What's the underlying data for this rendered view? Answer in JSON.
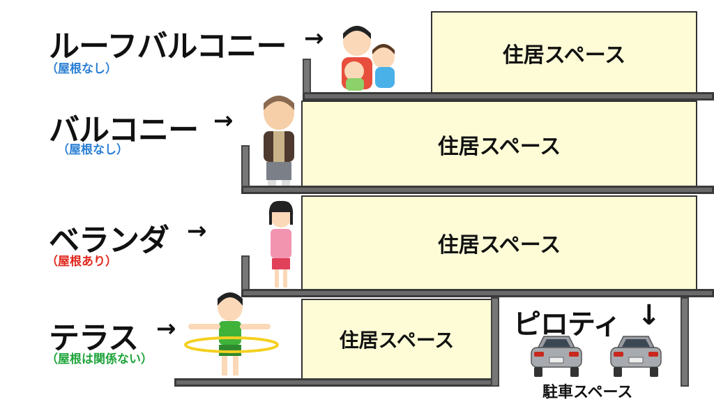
{
  "levels": [
    {
      "term": "ルーフバルコニー",
      "roof_note": "（屋根なし）",
      "note_color": "#2a7fd4",
      "arrow": "→"
    },
    {
      "term": "バルコニー",
      "roof_note": "（屋根なし）",
      "note_color": "#2a7fd4",
      "arrow": "→"
    },
    {
      "term": "ベランダ",
      "roof_note": "（屋根あり）",
      "note_color": "#e0281e",
      "arrow": "→"
    },
    {
      "term": "テラス",
      "roof_note": "（屋根は関係ない）",
      "note_color": "#1fa43a",
      "arrow": "→"
    }
  ],
  "living_space_label": "住居スペース",
  "pilotis": {
    "term": "ピロティ",
    "arrow": "↓",
    "parking_label": "駐車スペース"
  },
  "colors": {
    "living_space": "#fdfcd6",
    "slab": "#555555",
    "text": "#111111"
  }
}
